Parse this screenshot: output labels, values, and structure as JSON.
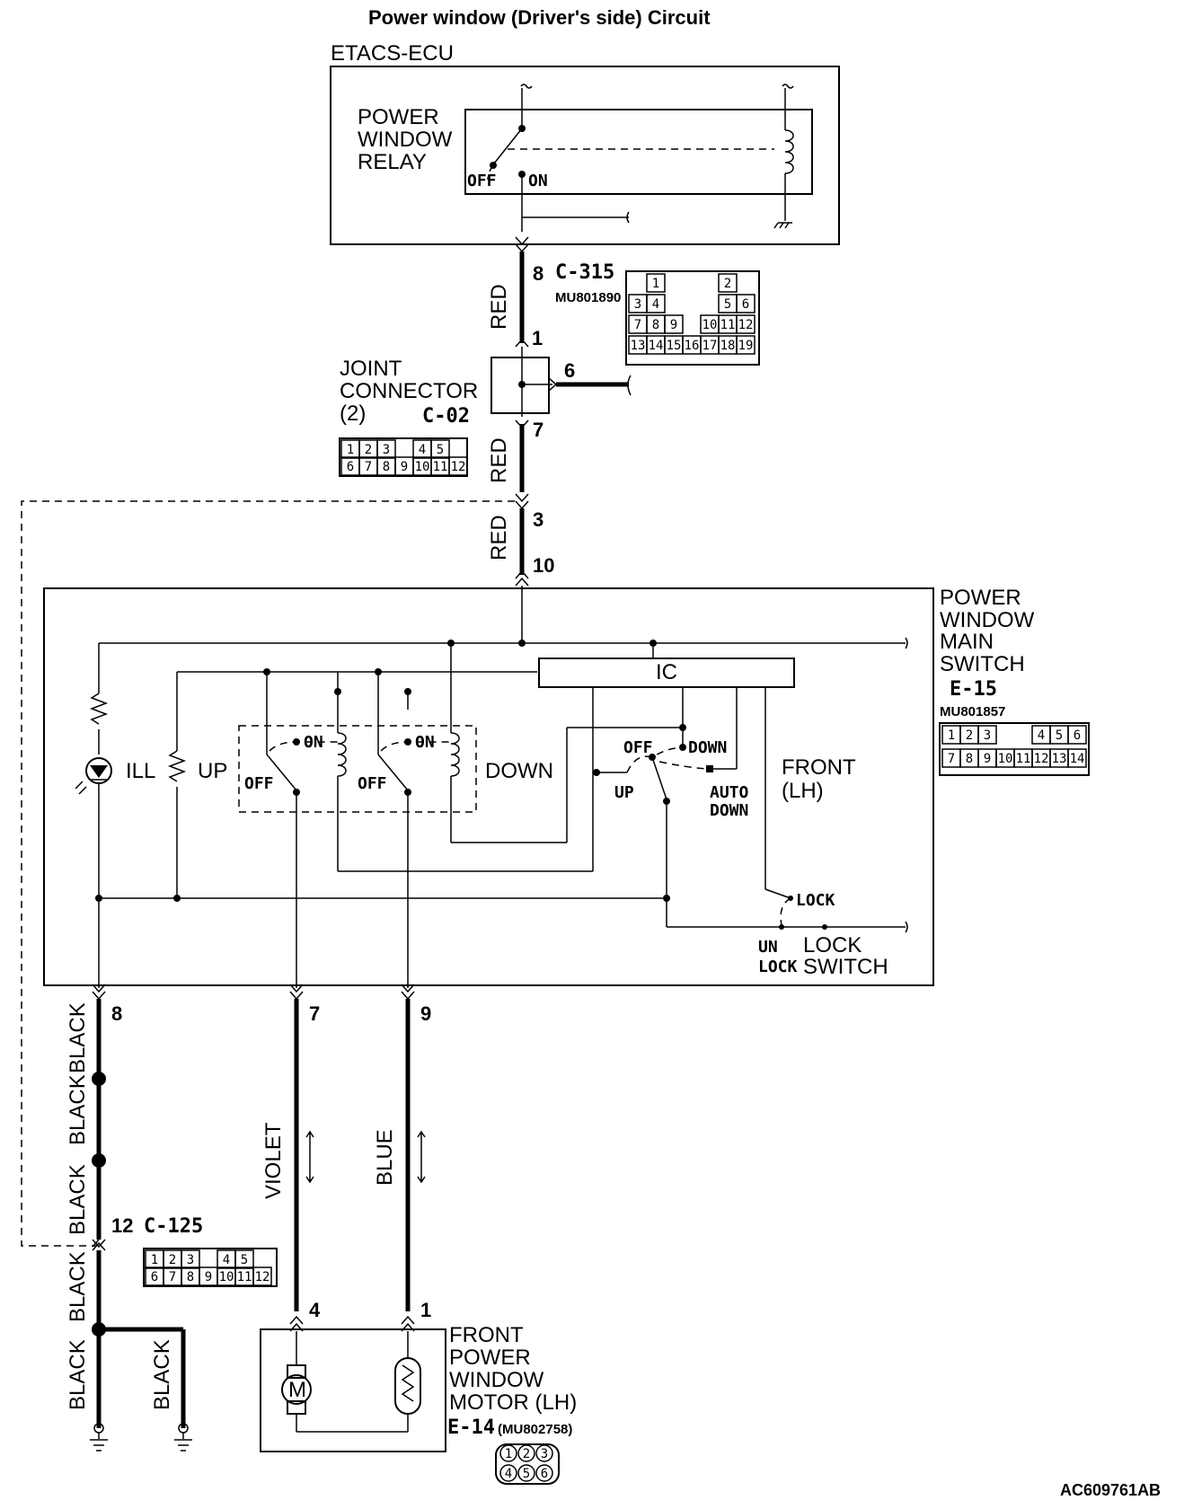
{
  "title": "Power window (Driver's side) Circuit",
  "etacs": {
    "name": "ETACS-ECU",
    "relay_label": [
      "POWER",
      "WINDOW",
      "RELAY"
    ],
    "off": "OFF",
    "on": "ON"
  },
  "connectors": {
    "c315": {
      "name": "C-315",
      "part": "MU801890",
      "pins": [
        "1",
        "2",
        "3",
        "4",
        "5",
        "6",
        "7",
        "8",
        "9",
        "10",
        "11",
        "12",
        "13",
        "14",
        "15",
        "16",
        "17",
        "18",
        "19"
      ]
    },
    "c02": {
      "name": "C-02",
      "pins": [
        "1",
        "2",
        "3",
        "4",
        "5",
        "6",
        "7",
        "8",
        "9",
        "10",
        "11",
        "12"
      ]
    },
    "c125": {
      "name": "C-125",
      "pins": [
        "1",
        "2",
        "3",
        "4",
        "5",
        "6",
        "7",
        "8",
        "9",
        "10",
        "11",
        "12"
      ]
    },
    "e15": {
      "name": "E-15",
      "part": "MU801857",
      "pins": [
        "1",
        "2",
        "3",
        "4",
        "5",
        "6",
        "7",
        "8",
        "9",
        "10",
        "11",
        "12",
        "13",
        "14"
      ]
    },
    "e14": {
      "name": "E-14",
      "part": "(MU802758)",
      "pins": [
        "1",
        "2",
        "3",
        "4",
        "5",
        "6"
      ]
    }
  },
  "joint_connector": [
    "JOINT",
    "CONNECTOR",
    "(2)"
  ],
  "pins": {
    "etacs_out": "8",
    "joint_in": "1",
    "joint_branch": "6",
    "joint_out": "7",
    "c125_a": "3",
    "switch_in": "10",
    "sw_gnd": "8",
    "sw_up": "7",
    "sw_down": "9",
    "c125_b": "12",
    "motor_a": "4",
    "motor_b": "1"
  },
  "wires": {
    "red": "RED",
    "black": "BLACK",
    "violet": "VIOLET",
    "blue": "BLUE"
  },
  "main_switch": {
    "label": [
      "POWER",
      "WINDOW",
      "MAIN",
      "SWITCH"
    ],
    "ic": "IC",
    "ill": "ILL",
    "up": "UP",
    "down": "DOWN",
    "on": "ON",
    "off": "OFF",
    "sw_off": "OFF",
    "sw_down": "DOWN",
    "sw_up": "UP",
    "auto": "AUTO",
    "auto_down": "DOWN",
    "front": "FRONT",
    "front_lh": "(LH)",
    "lock": "LOCK",
    "un": "UN",
    "unlock": "LOCK",
    "lock_switch_a": "LOCK",
    "lock_switch_b": "SWITCH"
  },
  "motor": {
    "label": [
      "FRONT",
      "POWER",
      "WINDOW",
      "MOTOR (LH)"
    ],
    "m": "M"
  },
  "code": "AC609761AB"
}
